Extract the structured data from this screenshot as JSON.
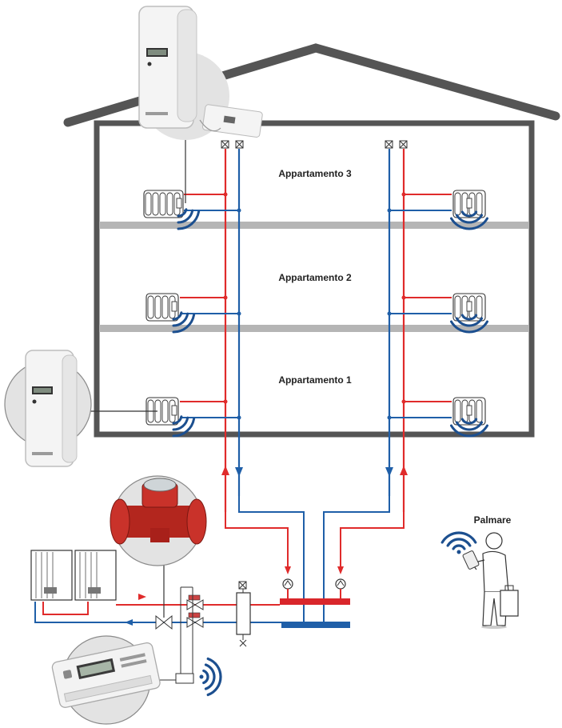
{
  "labels": {
    "apt3": "Appartamento 3",
    "apt2": "Appartamento 2",
    "apt1": "Appartamento 1",
    "handheld": "Palmare"
  },
  "colors": {
    "house_outline": "#555555",
    "floor_slab": "#b5b5b5",
    "supply_pipe": "#e02b2b",
    "return_pipe": "#1f5fa8",
    "wireless_waves": "#1c4f8f",
    "device_body": "#f2f2f2",
    "callout_circle": "#e3e3e3",
    "meter_body": "#b3261e"
  },
  "icons": {
    "allocator": "heat-cost-allocator-icon",
    "radiator": "radiator-icon",
    "wireless": "wireless-signal-icon",
    "valve": "shutoff-valve-icon",
    "pump": "circulation-pump-icon",
    "boiler": "boiler-icon",
    "heat_meter": "heat-meter-icon",
    "energy_counter": "energy-counter-icon",
    "technician": "technician-with-handheld-icon"
  }
}
